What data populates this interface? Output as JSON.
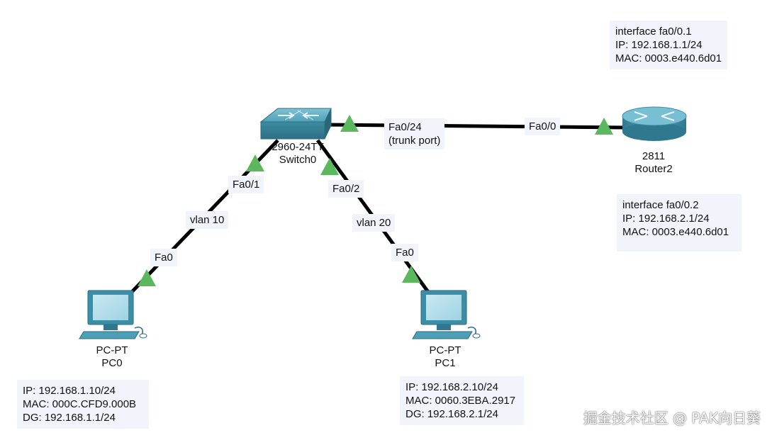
{
  "colors": {
    "link": "#000000",
    "port_indicator": "#5cb85c",
    "label_bg": "#f1f4fb",
    "device_teal": "#3a8fa6"
  },
  "devices": {
    "switch": {
      "model": "2960-24TT",
      "name": "Switch0",
      "icon": "switch-icon"
    },
    "router": {
      "model": "2811",
      "name": "Router2",
      "icon": "router-icon"
    },
    "pc0": {
      "model": "PC-PT",
      "name": "PC0",
      "icon": "pc-icon"
    },
    "pc1": {
      "model": "PC-PT",
      "name": "PC1",
      "icon": "pc-icon"
    }
  },
  "links": {
    "trunk": {
      "switch_port": "Fa0/24",
      "note": "(trunk port)",
      "router_port": "Fa0/0"
    },
    "pc0": {
      "switch_port": "Fa0/1",
      "vlan": "vlan 10",
      "pc_port": "Fa0"
    },
    "pc1": {
      "switch_port": "Fa0/2",
      "vlan": "vlan 20",
      "pc_port": "Fa0"
    }
  },
  "notes": {
    "router_sub1": [
      "interface fa0/0.1",
      "IP: 192.168.1.1/24",
      "MAC: 0003.e440.6d01"
    ],
    "router_sub2": [
      "interface fa0/0.2",
      "IP: 192.168.2.1/24",
      "MAC: 0003.e440.6d01"
    ],
    "pc0": [
      "IP: 192.168.1.10/24",
      "MAC: 000C.CFD9.000B",
      "DG: 192.168.1.1/24"
    ],
    "pc1": [
      "IP: 192.168.2.10/24",
      "MAC: 0060.3EBA.2917",
      "DG: 192.168.2.1/24"
    ]
  },
  "watermark": "掘金技术社区 @ PAK向日葵"
}
